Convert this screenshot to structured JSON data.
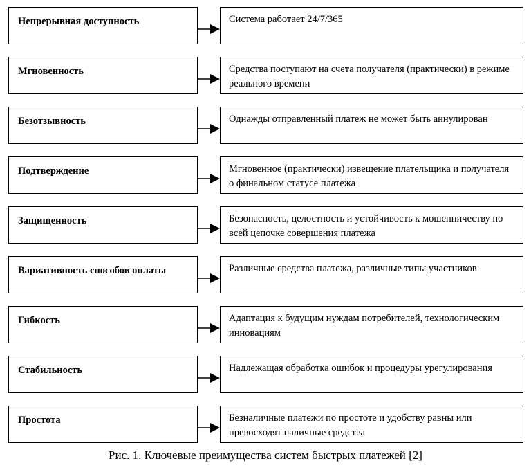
{
  "rows": [
    {
      "label": "Непрерывная доступность",
      "desc": "Система работает 24/7/365"
    },
    {
      "label": "Мгновенность",
      "desc": "Средства поступают на счета получателя (практически) в режиме реального времени"
    },
    {
      "label": "Безотзывность",
      "desc": "Однажды отправленный платеж не может быть аннулирован"
    },
    {
      "label": "Подтверждение",
      "desc": "Мгновенное (практически) извещение плательщика и получателя о финальном статусе платежа"
    },
    {
      "label": "Защищенность",
      "desc": "Безопасность, целостность и устойчивость к мошенничеству по всей цепочке совершения платежа"
    },
    {
      "label": "Вариативность способов оплаты",
      "desc": "Различные средства платежа, различные типы участников"
    },
    {
      "label": "Гибкость",
      "desc": "Адаптация к будущим нуждам потребителей, технологическим инновациям"
    },
    {
      "label": "Стабильность",
      "desc": "Надлежащая обработка ошибок и процедуры урегулирования"
    },
    {
      "label": "Простота",
      "desc": "Безналичные платежи по простоте и удобству равны или превосходят наличные средства"
    }
  ],
  "caption": "Рис. 1. Ключевые преимущества систем быстрых платежей [2]"
}
